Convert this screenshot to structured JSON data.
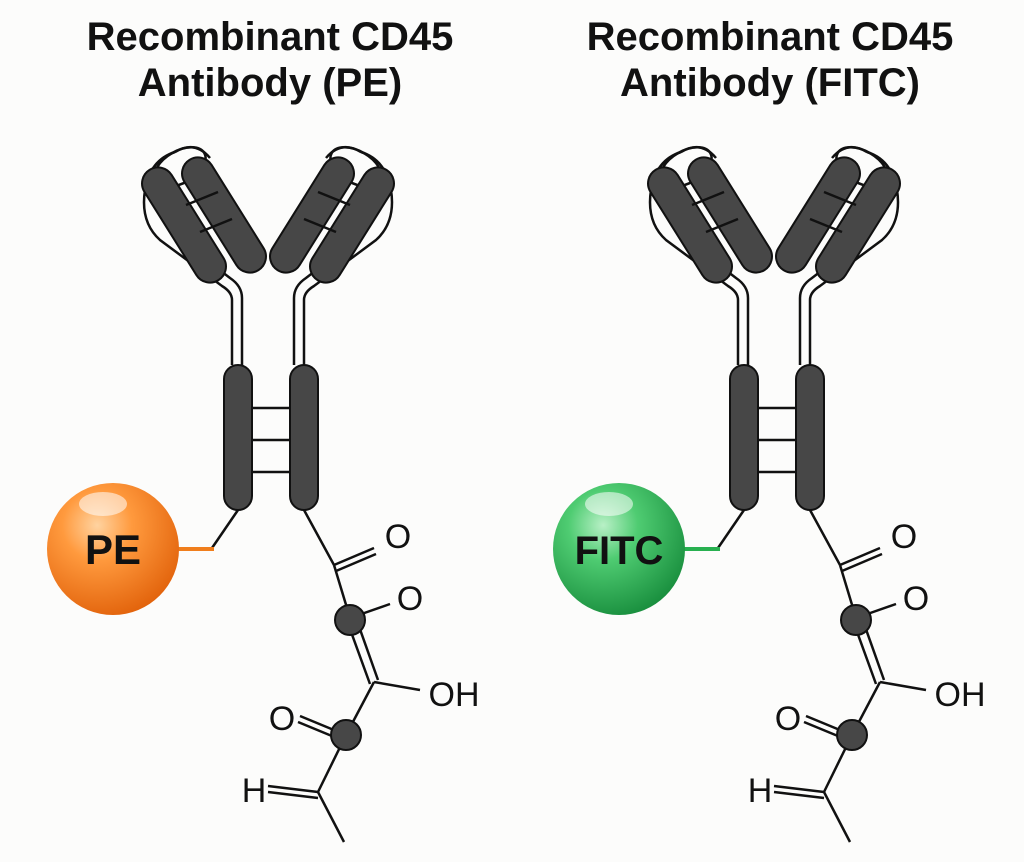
{
  "panels": [
    {
      "title_line1": "Recombinant CD45",
      "title_line2": "Antibody (PE)",
      "label": "PE",
      "label_color_light": "#ffa24a",
      "label_color_dark": "#e9670f",
      "linker_color": "#f07e1c"
    },
    {
      "title_line1": "Recombinant CD45",
      "title_line2": "Antibody (FITC)",
      "label": "FITC",
      "label_color_light": "#5ed37d",
      "label_color_dark": "#1f9e45",
      "linker_color": "#28b050"
    }
  ],
  "chem": {
    "o_upper": "O",
    "o_middle": "O",
    "oh": "OH",
    "o_lower": "O",
    "h": "H"
  },
  "colors": {
    "domain": "#474747",
    "outline": "#111111"
  }
}
